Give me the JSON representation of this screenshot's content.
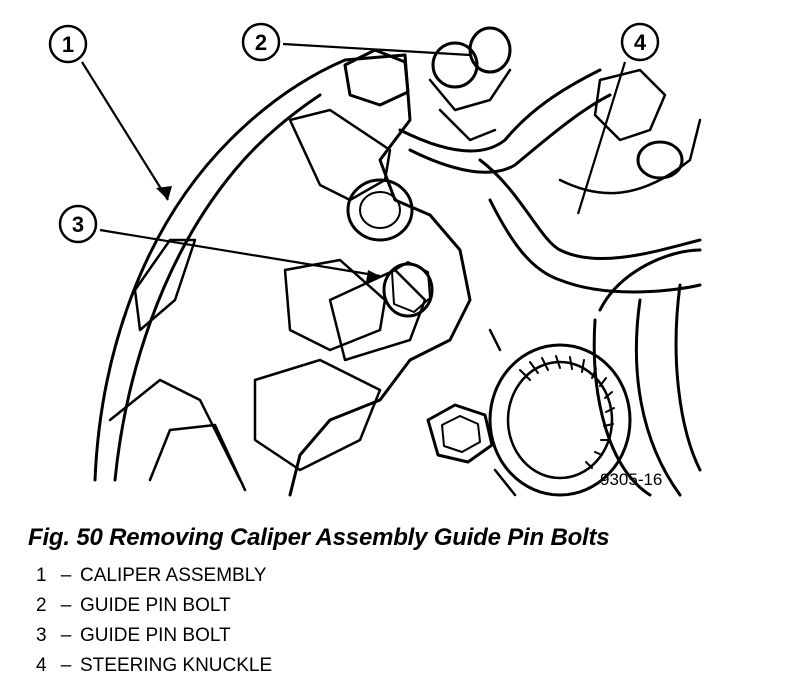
{
  "figure": {
    "callouts": [
      "1",
      "2",
      "3",
      "4"
    ],
    "code": "9305-16"
  },
  "caption": "Fig. 50 Removing Caliper Assembly Guide Pin Bolts",
  "legend": [
    {
      "num": "1",
      "sep": "–",
      "label": "CALIPER ASSEMBLY"
    },
    {
      "num": "2",
      "sep": "–",
      "label": "GUIDE PIN BOLT"
    },
    {
      "num": "3",
      "sep": "–",
      "label": "GUIDE PIN BOLT"
    },
    {
      "num": "4",
      "sep": "–",
      "label": "STEERING KNUCKLE"
    }
  ]
}
